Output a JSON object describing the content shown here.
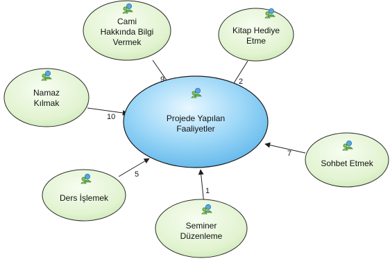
{
  "central_node": {
    "label": "Projede Yapılan\nFaaliyetler"
  },
  "nodes": [
    {
      "id": "cami",
      "label": "Cami\nHakkında Bilgi\nVermek",
      "edge_label": "9"
    },
    {
      "id": "kitap",
      "label": "Kitap Hediye\nEtme",
      "edge_label": "2"
    },
    {
      "id": "namaz",
      "label": "Namaz\nKılmak",
      "edge_label": "10"
    },
    {
      "id": "sohbet",
      "label": "Sohbet Etmek",
      "edge_label": "7"
    },
    {
      "id": "ders",
      "label": "Ders İşlemek",
      "edge_label": "5"
    },
    {
      "id": "seminer",
      "label": "Seminer\nDüzenleme",
      "edge_label": "1"
    }
  ],
  "colors": {
    "central_fill": "#8fd0f5",
    "central_stroke": "#1b1b1b",
    "node_fill": "#e3f4d4",
    "node_stroke": "#2a2a2a",
    "edge": "#1f1f1f"
  },
  "icon": "actor-icon"
}
